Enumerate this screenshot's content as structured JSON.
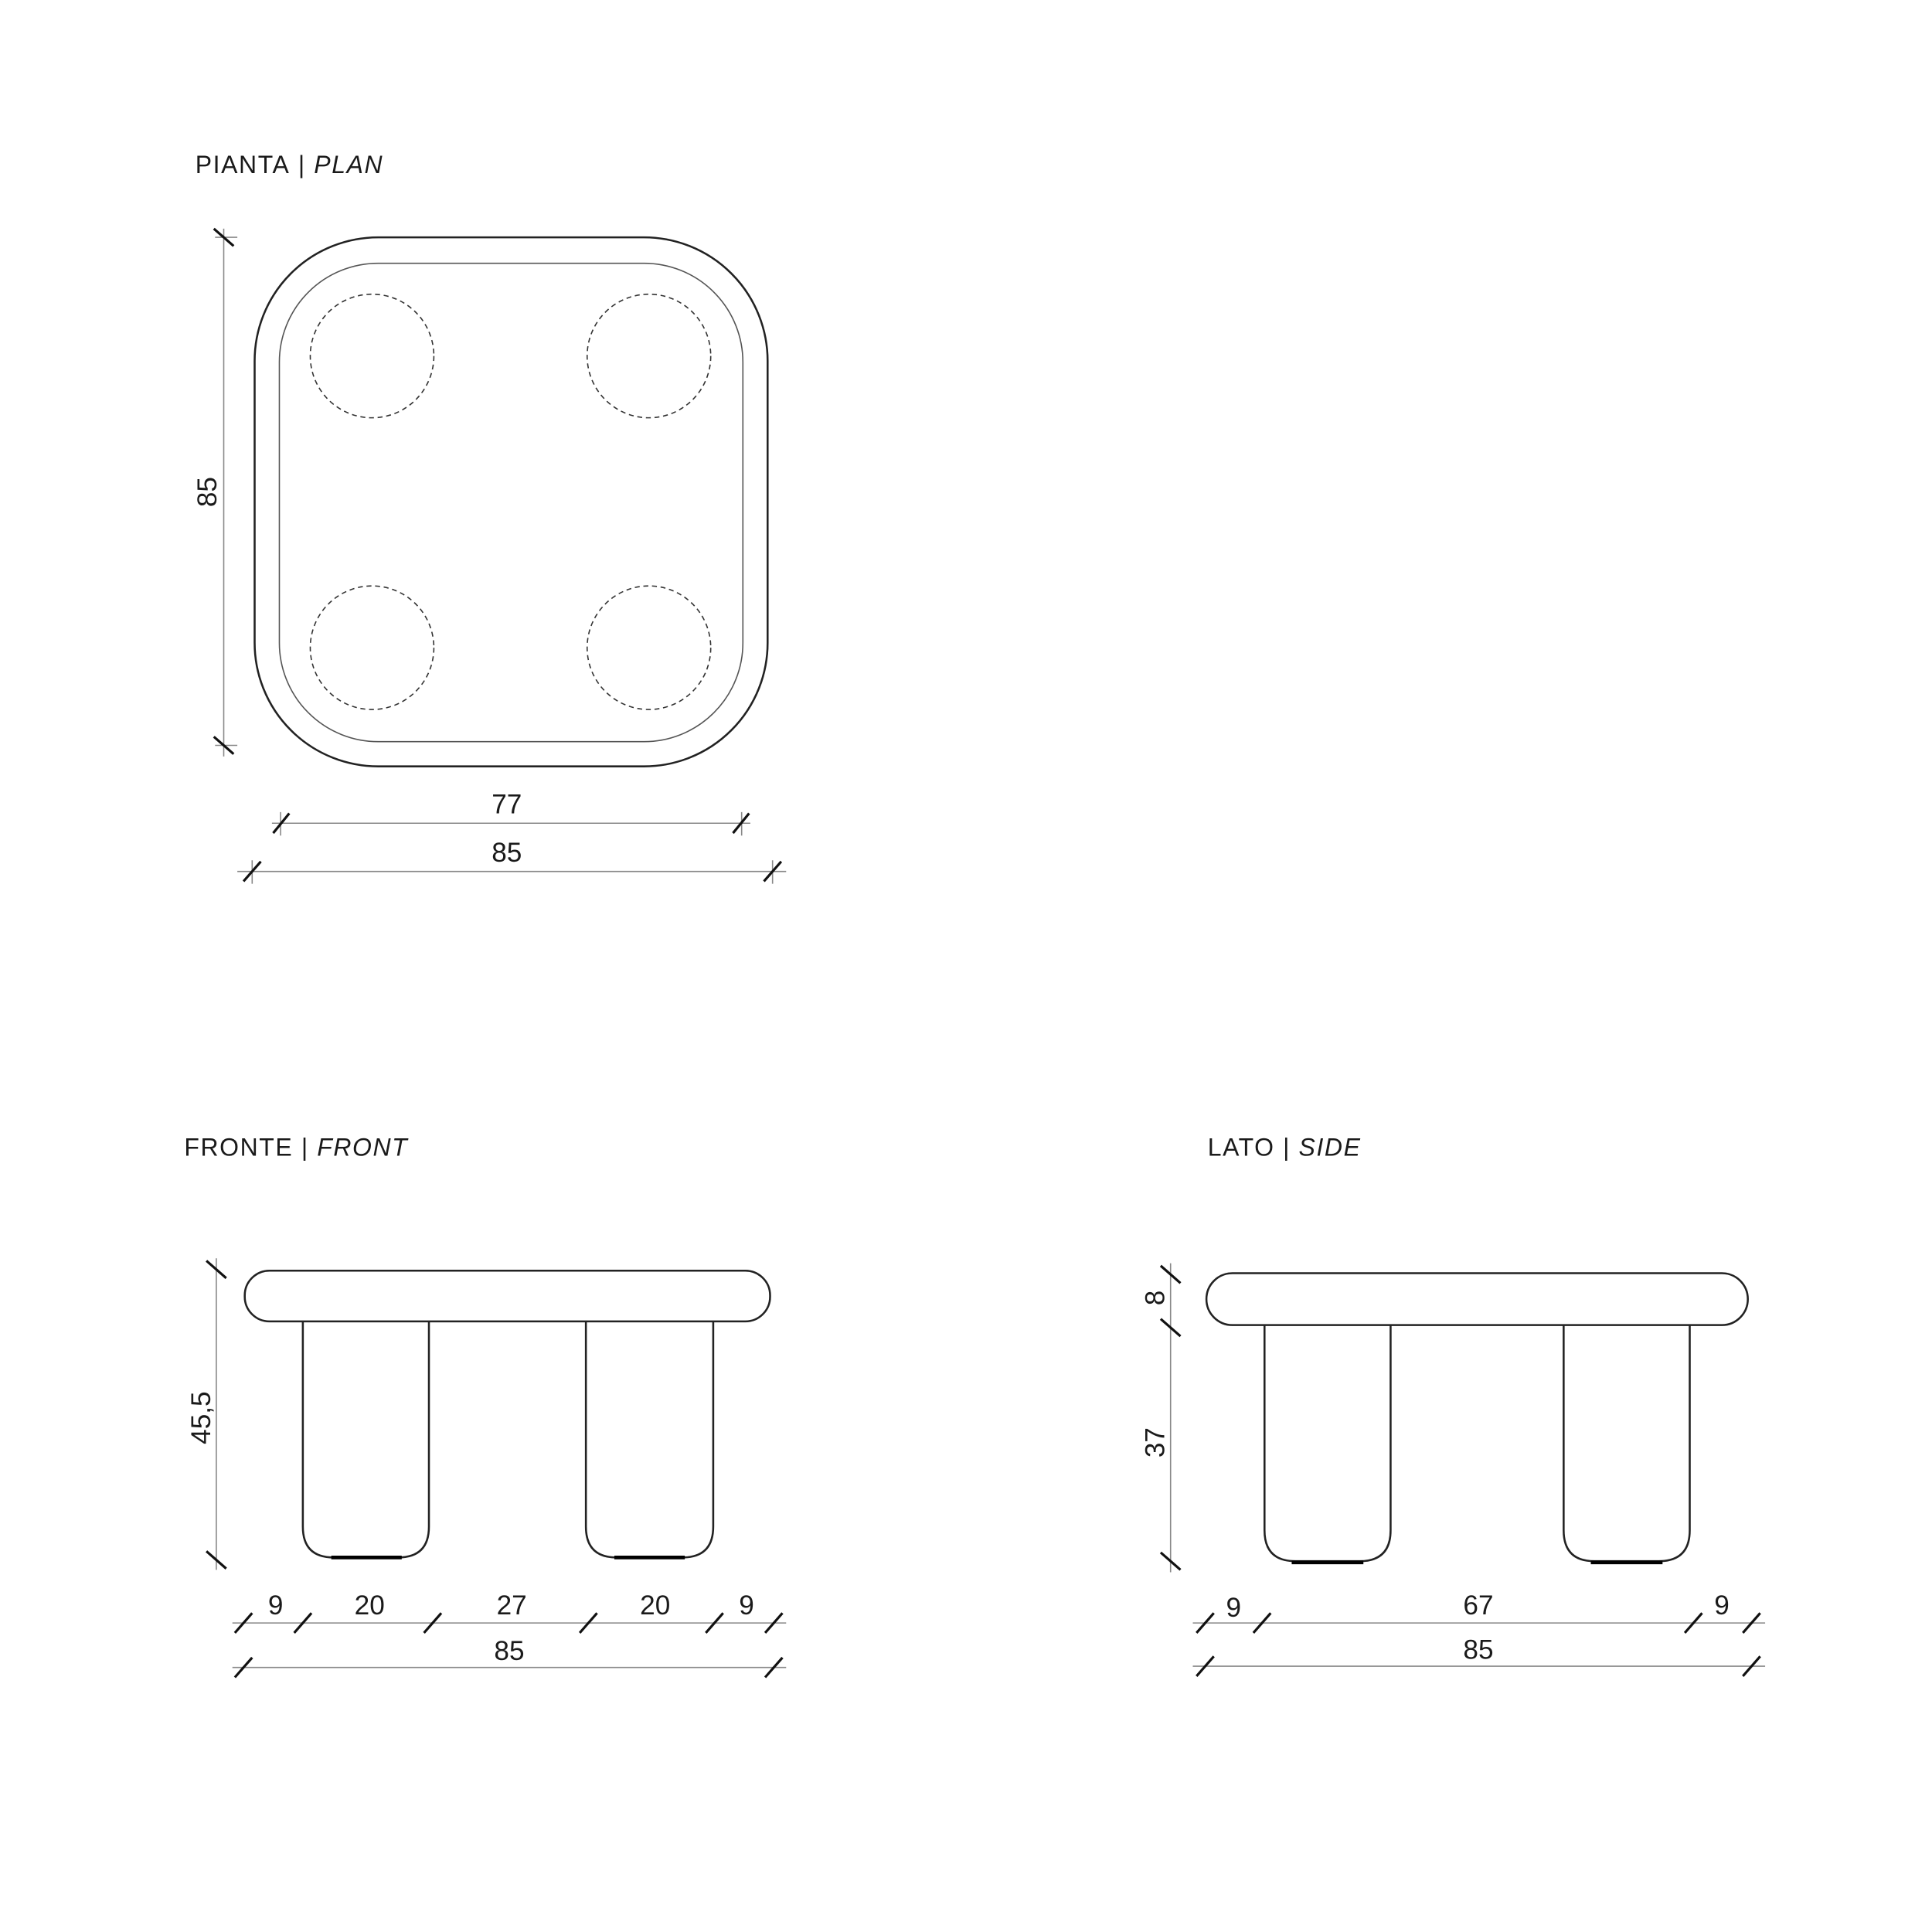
{
  "plan": {
    "title_it": "PIANTA",
    "sep": "|",
    "title_en": "PLAN",
    "height_label": "85",
    "inner_width_label": "77",
    "width_label": "85"
  },
  "front": {
    "title_it": "FRONTE",
    "sep": "|",
    "title_en": "FRONT",
    "height_label": "45,5",
    "segments": [
      "9",
      "20",
      "27",
      "20",
      "9"
    ],
    "width_label": "85"
  },
  "side": {
    "title_it": "LATO",
    "sep": "|",
    "title_en": "SIDE",
    "top_label": "8",
    "leg_label": "37",
    "segments": [
      "9",
      "67",
      "9"
    ],
    "width_label": "85"
  }
}
